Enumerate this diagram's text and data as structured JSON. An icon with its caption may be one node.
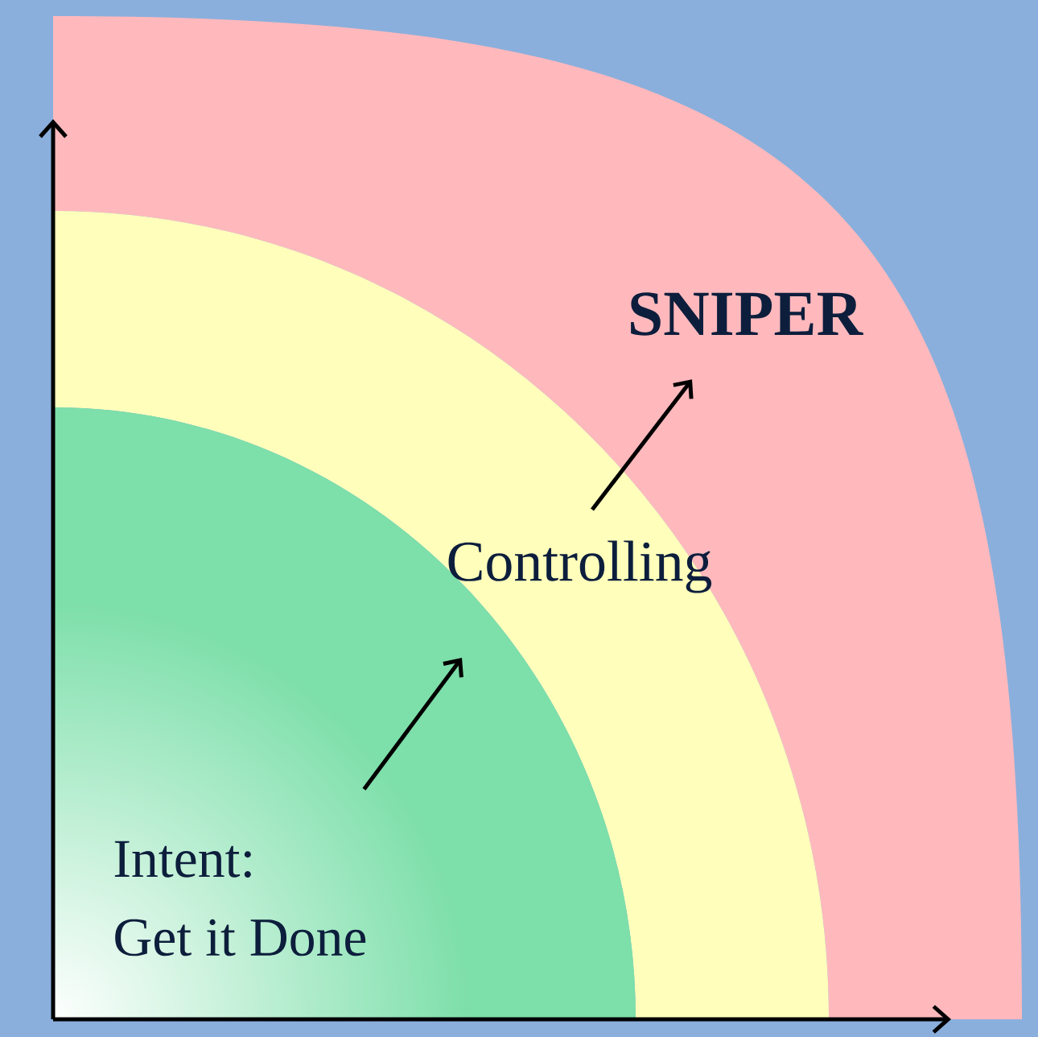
{
  "diagram": {
    "nodes": [
      {
        "text": [
          "SNIPER"
        ]
      },
      {
        "text": [
          "Controlling"
        ]
      },
      {
        "text": [
          "Intent:",
          "Get it Done"
        ]
      }
    ],
    "edges": [
      {
        "from": 2,
        "to": 1,
        "arrow": "to"
      },
      {
        "from": 1,
        "to": 0,
        "arrow": "to"
      }
    ]
  }
}
